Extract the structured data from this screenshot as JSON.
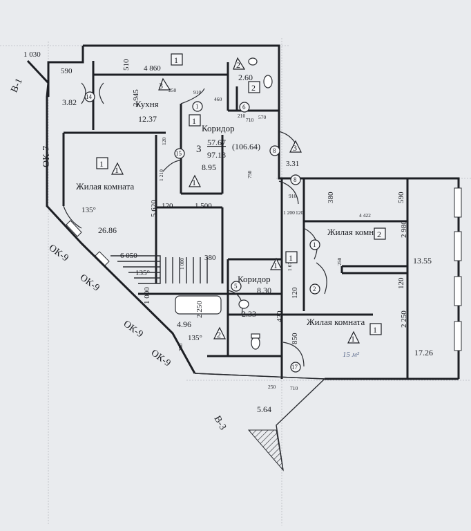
{
  "rooms": {
    "kitchen": {
      "label": "Кухня",
      "area": "12.37"
    },
    "corridor_top": {
      "label": "Коридор"
    },
    "living_left": {
      "label": "Жилая комната",
      "area": "26.86"
    },
    "living_right_top": {
      "label": "Жилая комната",
      "area": "13.55"
    },
    "living_right_bottom": {
      "label": "Жилая комната",
      "area": "17.26"
    },
    "corridor_mid": {
      "label": "Коридор",
      "area": "8.30"
    },
    "pantry_left": {
      "area": "3.82"
    },
    "wc_top": {
      "area": "2.60"
    },
    "bath": {
      "area": "4.96"
    },
    "wc_mid": {
      "area": "2.33"
    },
    "loggia": {
      "area": "5.64"
    },
    "hall": {
      "area": "8.95"
    }
  },
  "apartment": {
    "number": "3",
    "living_area": "57.67",
    "total_area": "97.18",
    "total_area_with_loggia": "(106.64)"
  },
  "axes": [
    "В-1",
    "ОК-7",
    "ОК-9",
    "ОК-9",
    "ОК-9",
    "ОК-9",
    "В-3"
  ],
  "dimensions": {
    "d1030": "1 030",
    "d590a": "590",
    "d510": "510",
    "d4860": "4 860",
    "d2945": "2 945",
    "d250a": "250",
    "d910a": "910",
    "d460": "460",
    "d210a": "210",
    "d710a": "710",
    "d570": "570",
    "d120a": "120",
    "d1210": "1 210",
    "d5620": "5 620",
    "d120b": "120",
    "d1500": "1 500",
    "d6050": "6 050",
    "d380a": "380",
    "d1000": "1 000",
    "d2250a": "2 250",
    "d380b": "380",
    "d4422": "4 422",
    "d590b": "590",
    "d2980": "2 980",
    "d1200": "1 200",
    "d120c": "120",
    "d910b": "910",
    "d750a": "750",
    "d250b": "250",
    "d1670": "1 670",
    "d120d": "120",
    "d120e": "120",
    "d2250b": "2 250",
    "d850": "850",
    "d420": "420",
    "d250c": "250",
    "d710b": "710",
    "d3_31": "3.31",
    "d1000b": "1 000",
    "d750b": "750"
  },
  "angles": {
    "a1": "135°",
    "a2": "135°",
    "a3": "135°"
  },
  "markers": {
    "box1": "1",
    "box2": "2",
    "tri3": "3",
    "tri2": "2",
    "tri1": "1",
    "c1": "1",
    "c15": "15",
    "c8": "8",
    "c6": "6",
    "c14": "14",
    "c5": "5",
    "c17": "17",
    "c2": "2",
    "c1b": "1",
    "c8b": "8",
    "box1b": "1",
    "box1c": "1",
    "box1d": "1",
    "box1e": "1",
    "box2b": "2",
    "tri1b": "1",
    "tri1c": "1",
    "tri2b": "2",
    "tri1d": "1",
    "tri3b": "3"
  },
  "handwriting": "15 м²"
}
